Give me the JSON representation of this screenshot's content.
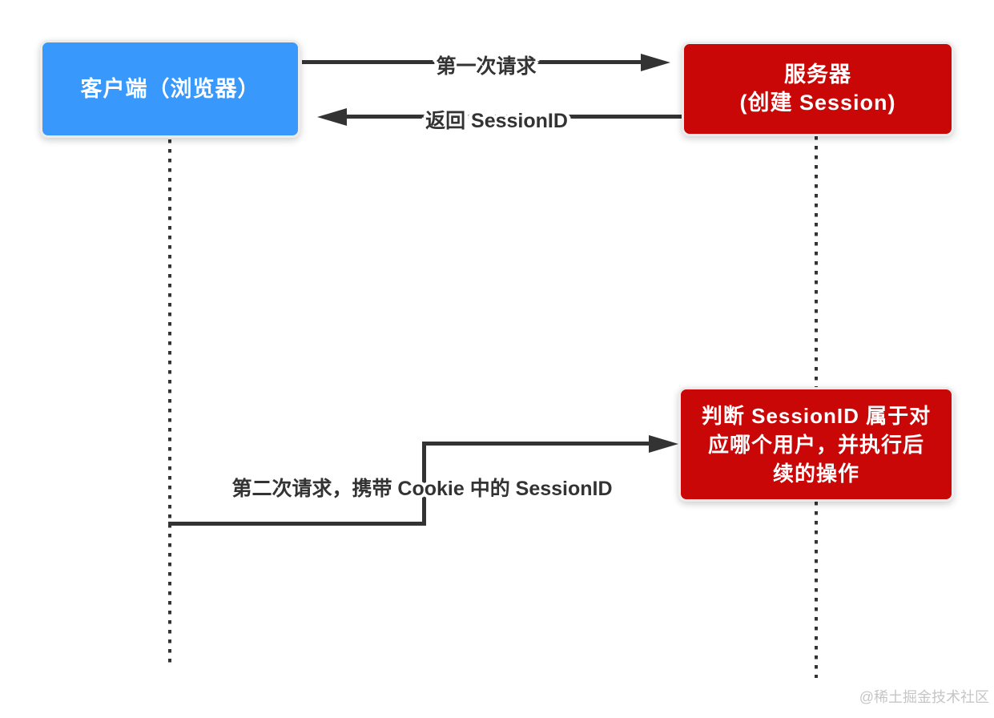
{
  "boxes": {
    "client": {
      "label": "客户端（浏览器）"
    },
    "server": {
      "line1": "服务器",
      "line2": "(创建 Session)"
    },
    "process": {
      "line1": "判断 SessionID 属于对",
      "line2": "应哪个用户，并执行后",
      "line3": "续的操作"
    }
  },
  "arrows": {
    "first_request": {
      "label": "第一次请求"
    },
    "return_session": {
      "label": "返回 SessionID"
    },
    "second_request": {
      "label": "第二次请求，携带 Cookie 中的 SessionID"
    }
  },
  "watermark": {
    "label": "@稀土掘金技术社区"
  },
  "colors": {
    "client-blue": "#3898fb",
    "server-red": "#c90707",
    "line": "#333333",
    "box-border": "#ececec",
    "watermark-gray": "#c6c6c6"
  }
}
